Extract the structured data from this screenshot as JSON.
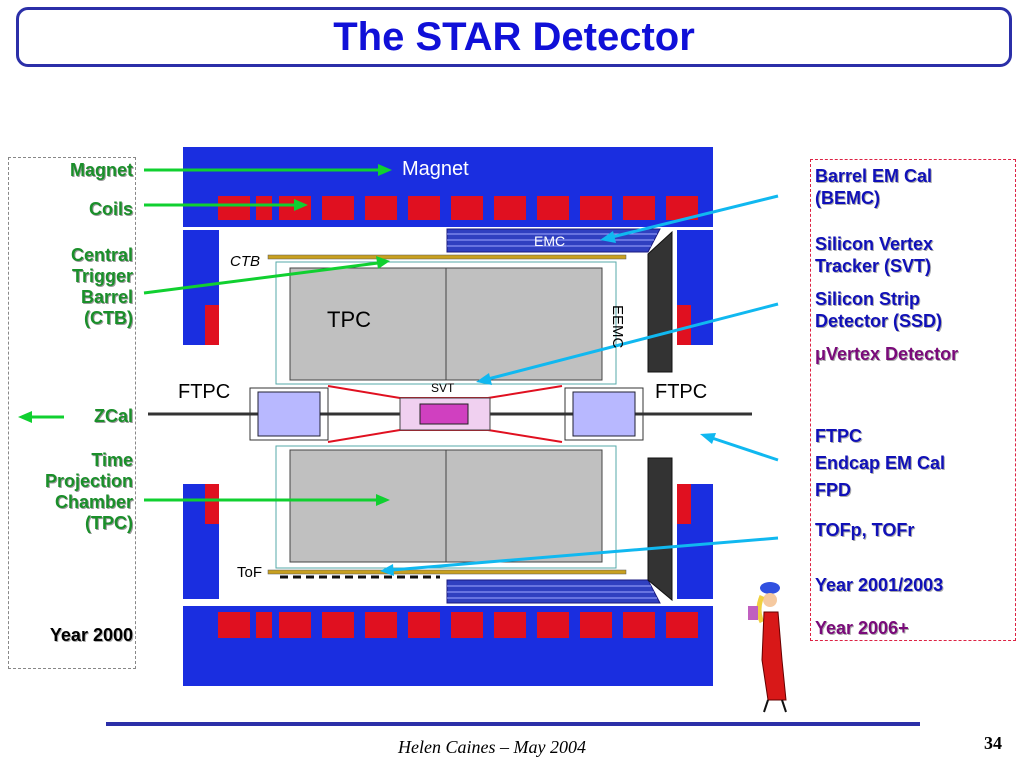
{
  "slide": {
    "title": "The STAR Detector",
    "footer": "Helen Caines – May 2004",
    "page_number": "34"
  },
  "left_labels": {
    "magnet": "Magnet",
    "coils": "Coils",
    "ctb": [
      "Central",
      "Trigger",
      "Barrel",
      "(CTB)"
    ],
    "zcal": "ZCal",
    "tpc": [
      "Time",
      "Projection",
      "Chamber",
      "(TPC)"
    ],
    "year": "Year 2000"
  },
  "right_labels": {
    "bemc": [
      "Barrel EM Cal",
      "(BEMC)"
    ],
    "svt": [
      "Silicon Vertex",
      "Tracker (SVT)"
    ],
    "ssd": [
      "Silicon Strip",
      "Detector (SSD)"
    ],
    "uvertex": "μVertex Detector",
    "ftpc": "FTPC",
    "eemc": "Endcap EM Cal",
    "fpd": "FPD",
    "tof": "TOFp, TOFr",
    "year_2001": "Year 2001/2003",
    "year_2006": "Year 2006+"
  },
  "diagram_labels": {
    "magnet": "Magnet",
    "emc": "EMC",
    "ctb": "CTB",
    "tpc": "TPC",
    "eemc": "EEMC",
    "svt": "SVT",
    "ftpc_left": "FTPC",
    "ftpc_right": "FTPC",
    "tof": "ToF"
  },
  "colors": {
    "title": "#1010d8",
    "magnet_blue": "#1a2ee0",
    "coil_red": "#e01020",
    "green_label": "#1a8f2a",
    "green_arrow": "#10d030",
    "cyan_arrow": "#10b8f0",
    "tpc_gray": "#c0c0c0"
  }
}
